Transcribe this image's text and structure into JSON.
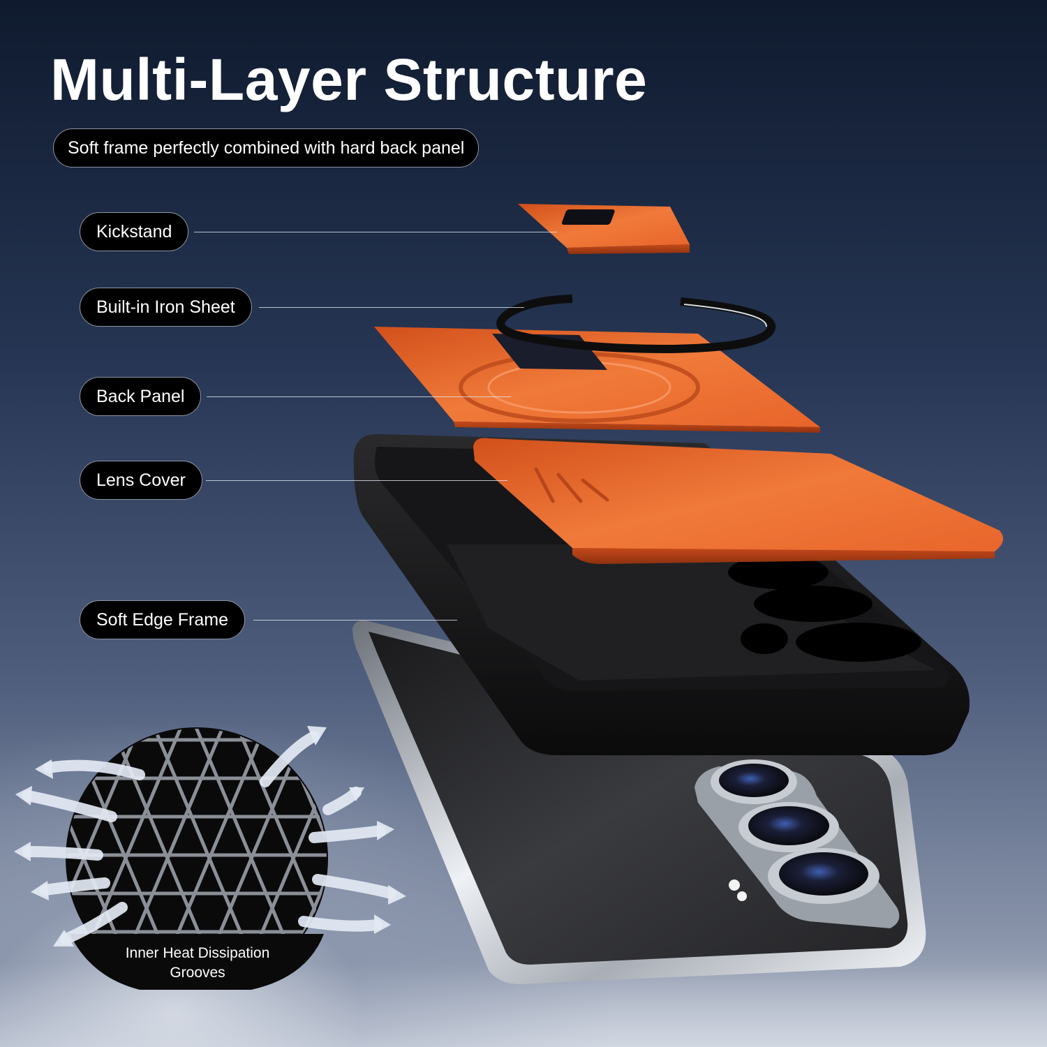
{
  "title": "Multi-Layer Structure",
  "subtitle": "Soft frame perfectly combined with hard back panel",
  "labels": {
    "kickstand": "Kickstand",
    "iron_sheet": "Built-in Iron Sheet",
    "back_panel": "Back Panel",
    "lens_cover": "Lens Cover",
    "soft_edge_frame": "Soft Edge Frame"
  },
  "heat_badge": {
    "line1": "Inner Heat Dissipation",
    "line2": "Grooves"
  },
  "colors": {
    "accent_orange": "#e8642a",
    "case_black": "#111111",
    "phone_silver": "#c9ced6"
  },
  "icons": [
    "airflow-arrow-icon"
  ]
}
